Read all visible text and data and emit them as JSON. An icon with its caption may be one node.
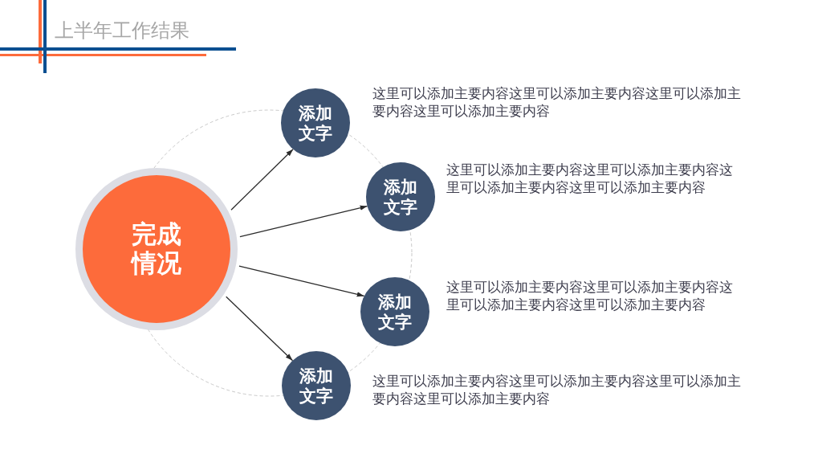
{
  "diagram": {
    "title": "上半年工作结果",
    "nodes": [
      {
        "text": [
          "完成情况"
        ]
      },
      {
        "text": [
          "添加文字"
        ],
        "beside": [
          "这里可以添加主要内容这里可以添加主要内容这里可以添加主要内容这里可以添加主要内容"
        ]
      },
      {
        "text": [
          "添加文字"
        ],
        "beside": [
          "这里可以添加主要内容这里可以添加主要内容这里可以添加主要内容这里可以添加主要内容"
        ]
      },
      {
        "text": [
          "添加文字"
        ],
        "beside": [
          "这里可以添加主要内容这里可以添加主要内容这里可以添加主要内容这里可以添加主要内容"
        ]
      },
      {
        "text": [
          "添加文字"
        ],
        "beside": [
          "这里可以添加主要内容这里可以添加主要内容这里可以添加主要内容这里可以添加主要内容"
        ]
      }
    ],
    "edges": [
      {
        "from": 0,
        "to": 1,
        "arrow": "to"
      },
      {
        "from": 0,
        "to": 2,
        "arrow": "to"
      },
      {
        "from": 0,
        "to": 3,
        "arrow": "to"
      },
      {
        "from": 0,
        "to": 4,
        "arrow": "to"
      }
    ]
  }
}
